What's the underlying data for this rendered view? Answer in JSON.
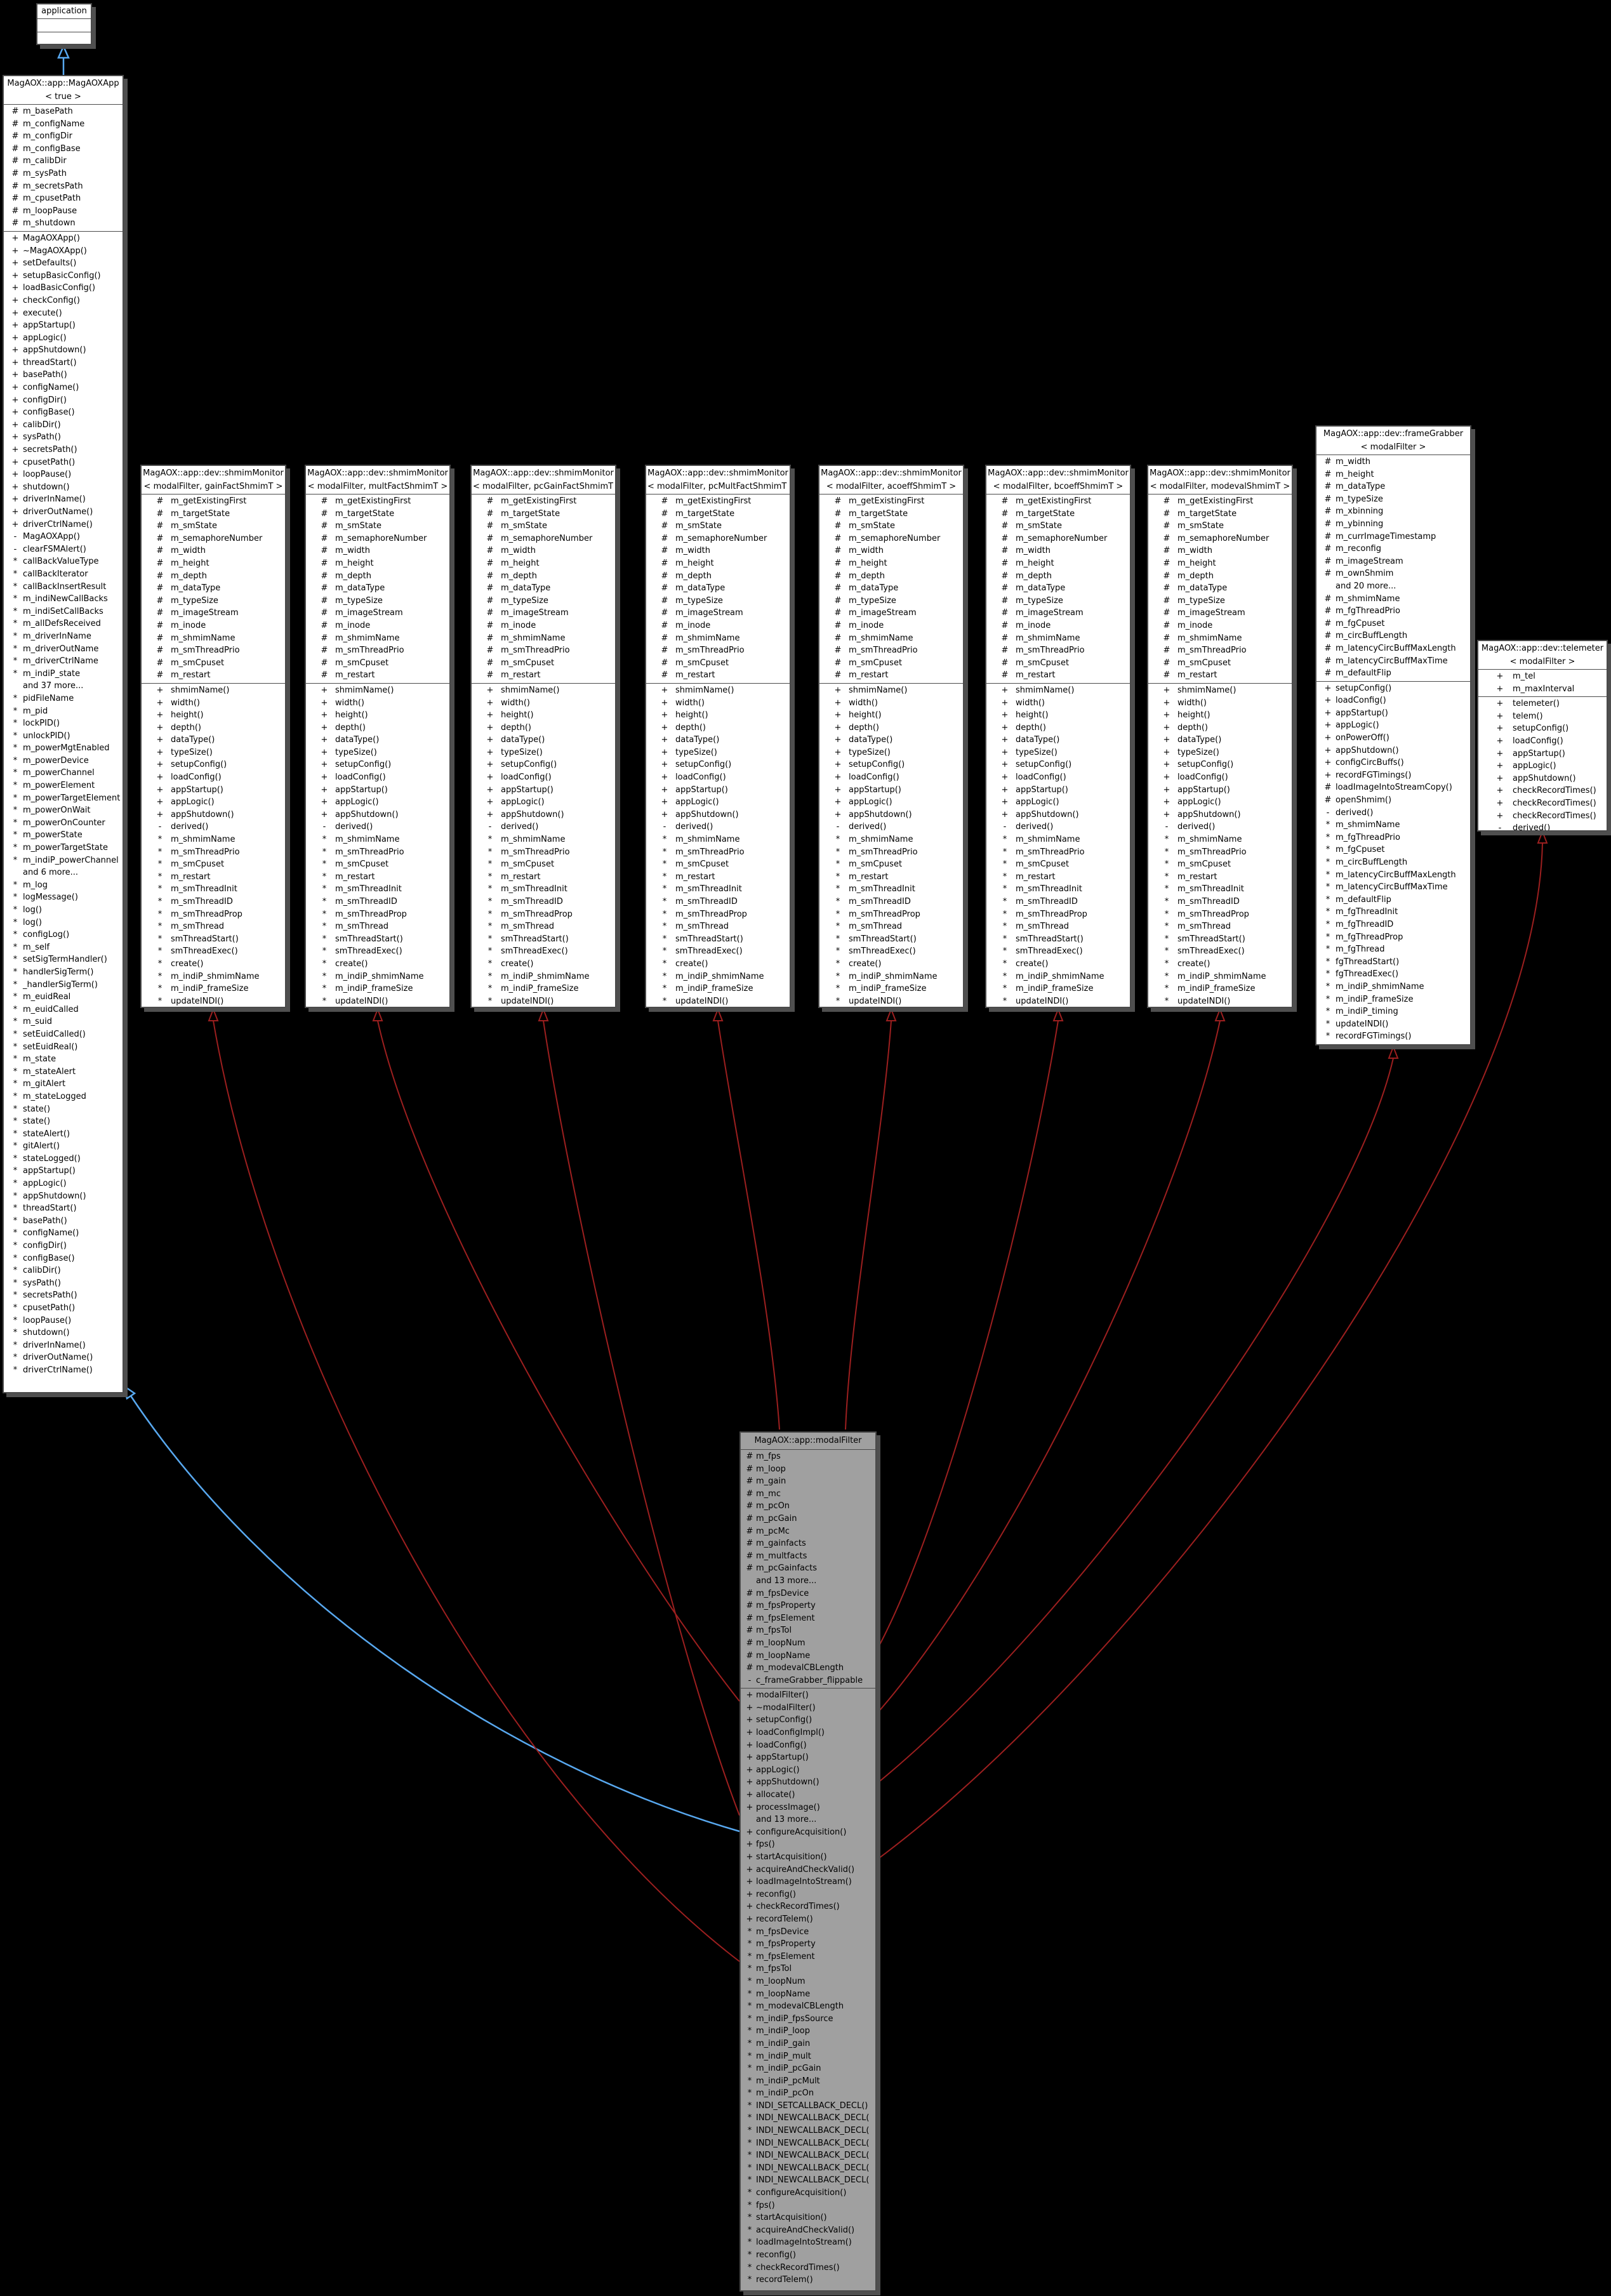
{
  "diagram": {
    "background": "#000000",
    "colors": {
      "public_inheritance_arrow": "#58a8ef",
      "private_template_arrow": "#9c1f1f",
      "box_background": "#ffffff",
      "focus_box_background": "#a0a0a0",
      "box_border": "#4b4b4b",
      "text": "#000000"
    }
  },
  "classes": {
    "application": {
      "title": "application"
    },
    "magaoxapp": {
      "title": "MagAOX::app::MagAOXApp",
      "subtitle": "< true >",
      "attrs": [
        "# m_basePath",
        "# m_configName",
        "# m_configDir",
        "# m_configBase",
        "# m_calibDir",
        "# m_sysPath",
        "# m_secretsPath",
        "# m_cpusetPath",
        "# m_loopPause",
        "# m_shutdown"
      ],
      "methods": [
        "+ MagAOXApp()",
        "+ ~MagAOXApp()",
        "+ setDefaults()",
        "+ setupBasicConfig()",
        "+ loadBasicConfig()",
        "+ checkConfig()",
        "+ execute()",
        "+ appStartup()",
        "+ appLogic()",
        "+ appShutdown()",
        "+ threadStart()",
        "+ basePath()",
        "+ configName()",
        "+ configDir()",
        "+ configBase()",
        "+ calibDir()",
        "+ sysPath()",
        "+ secretsPath()",
        "+ cpusetPath()",
        "+ loopPause()",
        "+ shutdown()",
        "+ driverInName()",
        "+ driverOutName()",
        "+ driverCtrlName()",
        "- MagAOXApp()",
        "- clearFSMAlert()",
        "* callBackValueType",
        "* callBackIterator",
        "* callBackInsertResult",
        "* m_indiNewCallBacks",
        "* m_indiSetCallBacks",
        "* m_allDefsReceived",
        "* m_driverInName",
        "* m_driverOutName",
        "* m_driverCtrlName",
        "* m_indiP_state",
        "and 37 more...",
        "* pidFileName",
        "* m_pid",
        "* lockPID()",
        "* unlockPID()",
        "* m_powerMgtEnabled",
        "* m_powerDevice",
        "* m_powerChannel",
        "* m_powerElement",
        "* m_powerTargetElement",
        "* m_powerOnWait",
        "* m_powerOnCounter",
        "* m_powerState",
        "* m_powerTargetState",
        "* m_indiP_powerChannel",
        "and 6 more...",
        "* m_log",
        "* logMessage()",
        "* log()",
        "* log()",
        "* configLog()",
        "* m_self",
        "* setSigTermHandler()",
        "* handlerSigTerm()",
        "* _handlerSigTerm()",
        "* m_euidReal",
        "* m_euidCalled",
        "* m_suid",
        "* setEuidCalled()",
        "* setEuidReal()",
        "* m_state",
        "* m_stateAlert",
        "* m_gitAlert",
        "* m_stateLogged",
        "* state()",
        "* state()",
        "* stateAlert()",
        "* gitAlert()",
        "* stateLogged()",
        "* appStartup()",
        "* appLogic()",
        "* appShutdown()",
        "* threadStart()",
        "* basePath()",
        "* configName()",
        "* configDir()",
        "* configBase()",
        "* calibDir()",
        "* sysPath()",
        "* secretsPath()",
        "* cpusetPath()",
        "* loopPause()",
        "* shutdown()",
        "* driverInName()",
        "* driverOutName()",
        "* driverCtrlName()"
      ]
    },
    "shmim_common": {
      "title": "MagAOX::app::dev::shmimMonitor",
      "attrs": [
        "# m_getExistingFirst",
        "# m_targetState",
        "# m_smState",
        "# m_semaphoreNumber",
        "# m_width",
        "# m_height",
        "# m_depth",
        "# m_dataType",
        "# m_typeSize",
        "# m_imageStream",
        "# m_inode",
        "# m_shmimName",
        "# m_smThreadPrio",
        "# m_smCpuset",
        "# m_restart"
      ],
      "methods": [
        "+ shmimName()",
        "+ width()",
        "+ height()",
        "+ depth()",
        "+ dataType()",
        "+ typeSize()",
        "+ setupConfig()",
        "+ loadConfig()",
        "+ appStartup()",
        "+ appLogic()",
        "+ appShutdown()",
        "- derived()",
        "* m_shmimName",
        "* m_smThreadPrio",
        "* m_smCpuset",
        "* m_restart",
        "* m_smThreadInit",
        "* m_smThreadID",
        "* m_smThreadProp",
        "* m_smThread",
        "* smThreadStart()",
        "* smThreadExec()",
        "* create()",
        "* m_indiP_shmimName",
        "* m_indiP_frameSize",
        "* updateINDI()"
      ]
    },
    "shmim_variants": [
      "< modalFilter, gainFactShmimT >",
      "< modalFilter, multFactShmimT >",
      "< modalFilter, pcGainFactShmimT >",
      "< modalFilter, pcMultFactShmimT >",
      "< modalFilter, acoeffShmimT >",
      "< modalFilter, bcoeffShmimT >",
      "< modalFilter, modevalShmimT >"
    ],
    "framegrabber": {
      "title": "MagAOX::app::dev::frameGrabber",
      "subtitle": "< modalFilter >",
      "attrs": [
        "# m_width",
        "# m_height",
        "# m_dataType",
        "# m_typeSize",
        "# m_xbinning",
        "# m_ybinning",
        "# m_currImageTimestamp",
        "# m_reconfig",
        "# m_imageStream",
        "# m_ownShmim",
        "and 20 more...",
        "# m_shmimName",
        "# m_fgThreadPrio",
        "# m_fgCpuset",
        "# m_circBuffLength",
        "# m_latencyCircBuffMaxLength",
        "# m_latencyCircBuffMaxTime",
        "# m_defaultFlip"
      ],
      "methods": [
        "+ setupConfig()",
        "+ loadConfig()",
        "+ appStartup()",
        "+ appLogic()",
        "+ onPowerOff()",
        "+ appShutdown()",
        "+ configCircBuffs()",
        "+ recordFGTimings()",
        "# loadImageIntoStreamCopy()",
        "# openShmim()",
        "- derived()",
        "* m_shmimName",
        "* m_fgThreadPrio",
        "* m_fgCpuset",
        "* m_circBuffLength",
        "* m_latencyCircBuffMaxLength",
        "* m_latencyCircBuffMaxTime",
        "* m_defaultFlip",
        "* m_fgThreadInit",
        "* m_fgThreadID",
        "* m_fgThreadProp",
        "* m_fgThread",
        "* fgThreadStart()",
        "* fgThreadExec()",
        "* m_indiP_shmimName",
        "* m_indiP_frameSize",
        "* m_indiP_timing",
        "* updateINDI()",
        "* recordFGTimings()"
      ]
    },
    "telemeter": {
      "title": "MagAOX::app::dev::telemeter",
      "subtitle": "< modalFilter >",
      "attrs": [
        "+ m_tel",
        "+ m_maxInterval"
      ],
      "methods": [
        "+ telemeter()",
        "+ telem()",
        "+ setupConfig()",
        "+ loadConfig()",
        "+ appStartup()",
        "+ appLogic()",
        "+ appShutdown()",
        "+ checkRecordTimes()",
        "+ checkRecordTimes()",
        "+ checkRecordTimes()",
        "- derived()"
      ]
    },
    "modalfilter": {
      "title": "MagAOX::app::modalFilter",
      "attrs": [
        "# m_fps",
        "# m_loop",
        "# m_gain",
        "# m_mc",
        "# m_pcOn",
        "# m_pcGain",
        "# m_pcMc",
        "# m_gainfacts",
        "# m_multfacts",
        "# m_pcGainfacts",
        "and 13 more...",
        "# m_fpsDevice",
        "# m_fpsProperty",
        "# m_fpsElement",
        "# m_fpsTol",
        "# m_loopNum",
        "# m_loopName",
        "# m_modevalCBLength",
        "- c_frameGrabber_flippable"
      ],
      "methods": [
        "+ modalFilter()",
        "+ ~modalFilter()",
        "+ setupConfig()",
        "+ loadConfigImpl()",
        "+ loadConfig()",
        "+ appStartup()",
        "+ appLogic()",
        "+ appShutdown()",
        "+ allocate()",
        "+ processImage()",
        "and 13 more...",
        "+ configureAcquisition()",
        "+ fps()",
        "+ startAcquisition()",
        "+ acquireAndCheckValid()",
        "+ loadImageIntoStream()",
        "+ reconfig()",
        "+ checkRecordTimes()",
        "+ recordTelem()",
        "* m_fpsDevice",
        "* m_fpsProperty",
        "* m_fpsElement",
        "* m_fpsTol",
        "* m_loopNum",
        "* m_loopName",
        "* m_modevalCBLength",
        "* m_indiP_fpsSource",
        "* m_indiP_loop",
        "* m_indiP_gain",
        "* m_indiP_mult",
        "* m_indiP_pcGain",
        "* m_indiP_pcMult",
        "* m_indiP_pcOn",
        "* INDI_SETCALLBACK_DECL()",
        "* INDI_NEWCALLBACK_DECL(",
        "* INDI_NEWCALLBACK_DECL(",
        "* INDI_NEWCALLBACK_DECL(",
        "* INDI_NEWCALLBACK_DECL(",
        "* INDI_NEWCALLBACK_DECL(",
        "* INDI_NEWCALLBACK_DECL(",
        "* configureAcquisition()",
        "* fps()",
        "* startAcquisition()",
        "* acquireAndCheckValid()",
        "* loadImageIntoStream()",
        "* reconfig()",
        "* checkRecordTimes()",
        "* recordTelem()"
      ]
    }
  },
  "edges": [
    {
      "from": "MagAOX::app::MagAOXApp< true >",
      "to": "application",
      "kind": "public-inheritance"
    },
    {
      "from": "MagAOX::app::modalFilter",
      "to": "MagAOX::app::MagAOXApp< true >",
      "kind": "public-inheritance"
    },
    {
      "from": "MagAOX::app::modalFilter",
      "to": "shmimMonitor< modalFilter, gainFactShmimT >",
      "kind": "private-inheritance"
    },
    {
      "from": "MagAOX::app::modalFilter",
      "to": "shmimMonitor< modalFilter, multFactShmimT >",
      "kind": "private-inheritance"
    },
    {
      "from": "MagAOX::app::modalFilter",
      "to": "shmimMonitor< modalFilter, pcGainFactShmimT >",
      "kind": "private-inheritance"
    },
    {
      "from": "MagAOX::app::modalFilter",
      "to": "shmimMonitor< modalFilter, pcMultFactShmimT >",
      "kind": "private-inheritance"
    },
    {
      "from": "MagAOX::app::modalFilter",
      "to": "shmimMonitor< modalFilter, acoeffShmimT >",
      "kind": "private-inheritance"
    },
    {
      "from": "MagAOX::app::modalFilter",
      "to": "shmimMonitor< modalFilter, bcoeffShmimT >",
      "kind": "private-inheritance"
    },
    {
      "from": "MagAOX::app::modalFilter",
      "to": "shmimMonitor< modalFilter, modevalShmimT >",
      "kind": "private-inheritance"
    },
    {
      "from": "MagAOX::app::modalFilter",
      "to": "frameGrabber< modalFilter >",
      "kind": "private-inheritance"
    },
    {
      "from": "MagAOX::app::modalFilter",
      "to": "telemeter< modalFilter >",
      "kind": "private-inheritance"
    }
  ]
}
